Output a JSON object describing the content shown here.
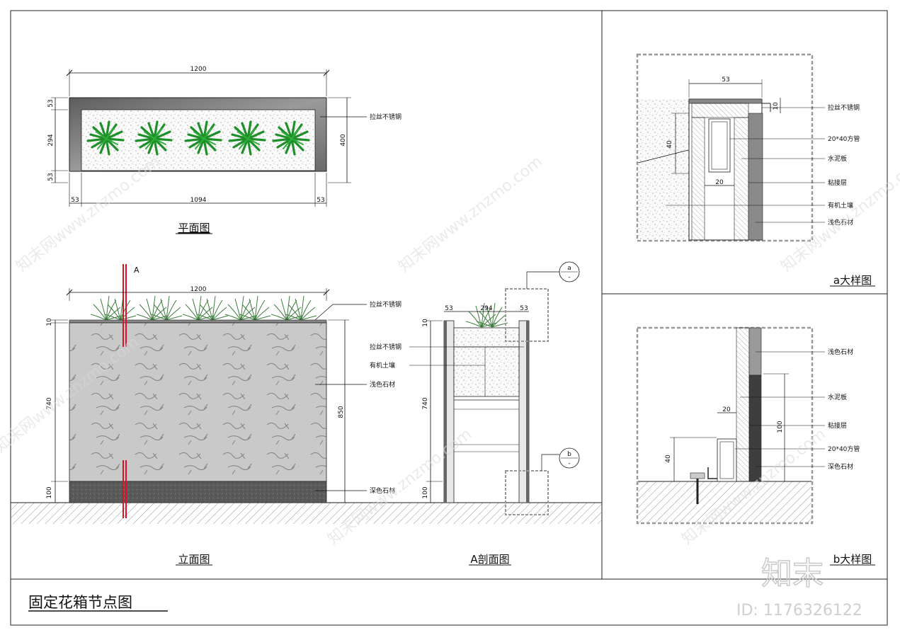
{
  "drawing_title": "固定花箱节点图",
  "views": {
    "plan": {
      "title": "平面图",
      "dims": {
        "overall": "1200",
        "side_top": "53",
        "inner_h": "294",
        "side_bottom": "53",
        "total_h": "400",
        "left": "53",
        "inner_w": "1094",
        "right": "53"
      },
      "callout": "拉丝不锈钢"
    },
    "elevation": {
      "title": "立面图",
      "section_mark": "A",
      "dims": {
        "overall": "1200",
        "top": "10",
        "mid": "740",
        "bottom": "100",
        "total": "850"
      },
      "callouts": [
        "拉丝不锈钢",
        "浅色石材",
        "深色石材"
      ]
    },
    "section": {
      "title": "A剖面图",
      "dims": {
        "left": "53",
        "center": "294",
        "right": "53",
        "top": "10",
        "mid": "740",
        "bottom": "100"
      },
      "callouts": [
        "拉丝不锈钢",
        "有机土壤"
      ],
      "detail_a": "a",
      "detail_b": "b",
      "detail_sub": "-"
    },
    "detail_a": {
      "title": "a大样图",
      "dims": {
        "width": "53",
        "top": "10",
        "height": "40",
        "tube": "20"
      },
      "callouts": [
        "拉丝不锈钢",
        "20*40方管",
        "水泥板",
        "粘接层",
        "有机土壤",
        "浅色石材"
      ]
    },
    "detail_b": {
      "title": "b大样图",
      "dims": {
        "tube": "20",
        "height": "40",
        "stone": "100"
      },
      "callouts": [
        "浅色石材",
        "水泥板",
        "粘接层",
        "20*40方管",
        "深色石材"
      ]
    }
  },
  "watermark": {
    "text": "知末网www.znzmo.com",
    "logo": "知末",
    "id": "ID: 1176326122"
  },
  "colors": {
    "frame": "#222222",
    "steel": "#7a7a7a",
    "stone_light": "#c8c8c8",
    "stone_dark": "#555555",
    "plant": "#1f8f2a",
    "section_red": "#d9132a",
    "detail_dash": "#999999"
  }
}
